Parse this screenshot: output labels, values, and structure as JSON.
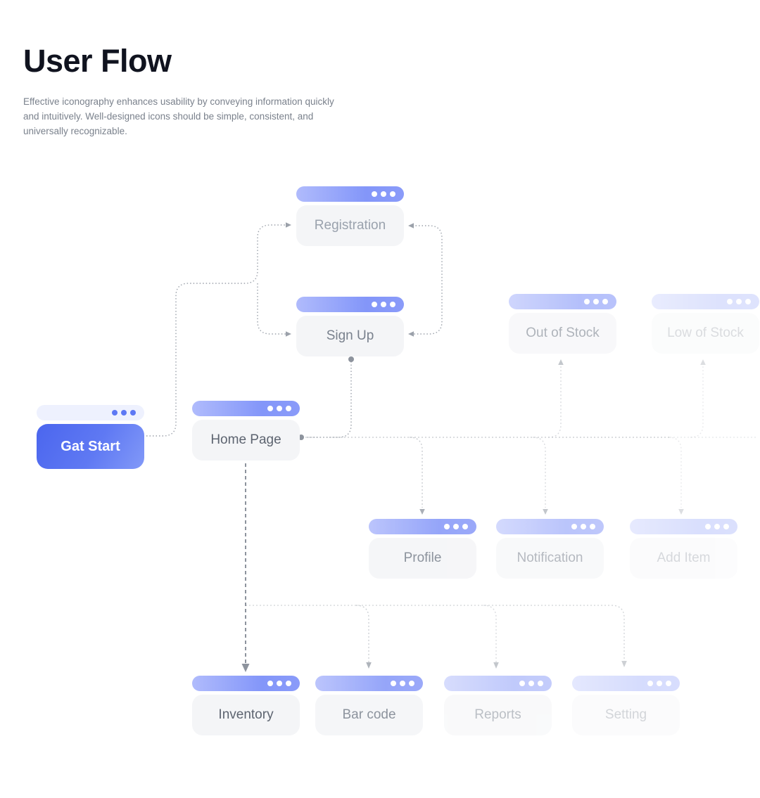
{
  "page": {
    "title": "User Flow",
    "description": "Effective iconography enhances usability by conveying information quickly and intuitively. Well-designed icons should be simple, consistent, and universally recognizable."
  },
  "colors": {
    "primary_gradient_start": "#4b66ee",
    "primary_gradient_end": "#8299f8",
    "window_header_gradient_start": "#b0bbfc",
    "window_header_gradient_end": "#8396f9",
    "card_body_bg": "#f4f5f7",
    "label_text": "#79818d",
    "connector_dark": "#8d939d",
    "connector_light": "#b9bdc3"
  },
  "nodes": [
    {
      "id": "gat-start",
      "label": "Gat Start"
    },
    {
      "id": "registration",
      "label": "Registration"
    },
    {
      "id": "sign-up",
      "label": "Sign Up"
    },
    {
      "id": "home-page",
      "label": "Home Page"
    },
    {
      "id": "out-of-stock",
      "label": "Out of Stock"
    },
    {
      "id": "low-of-stock",
      "label": "Low of Stock"
    },
    {
      "id": "profile",
      "label": "Profile"
    },
    {
      "id": "notification",
      "label": "Notification"
    },
    {
      "id": "add-item",
      "label": "Add Item"
    },
    {
      "id": "inventory",
      "label": "Inventory"
    },
    {
      "id": "bar-code",
      "label": "Bar code"
    },
    {
      "id": "reports",
      "label": "Reports"
    },
    {
      "id": "setting",
      "label": "Setting"
    }
  ]
}
